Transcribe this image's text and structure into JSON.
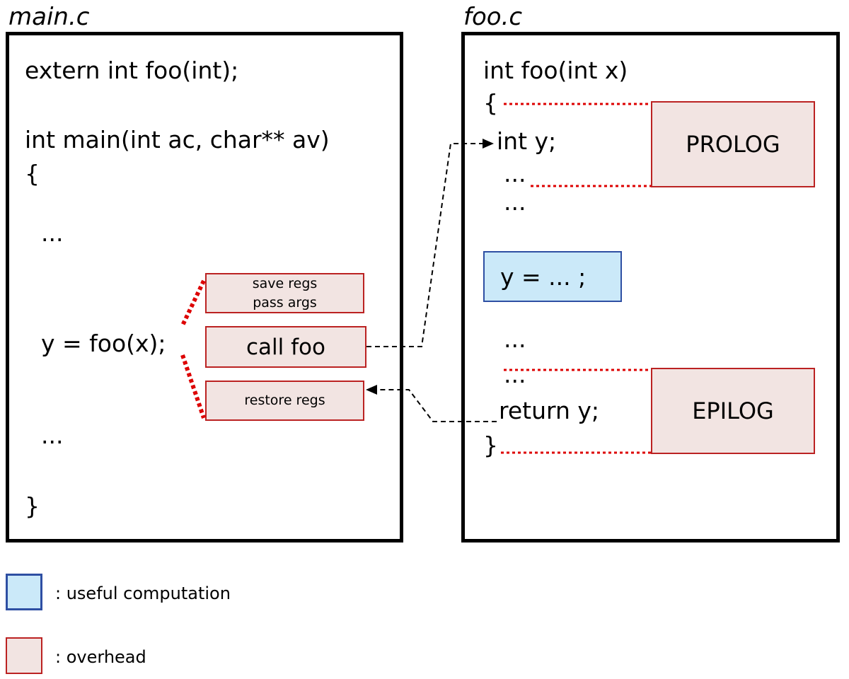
{
  "main_file": {
    "title": "main.c",
    "code": {
      "extern_decl": "extern int foo(int);",
      "main_signature": "int main(int ac, char** av)",
      "open_brace": "{",
      "ellipsis_1": "...",
      "call_statement": "y = foo(x);",
      "ellipsis_2": "...",
      "close_brace": "}"
    },
    "overhead": {
      "save_regs_line1": "save regs",
      "save_regs_line2": "pass args",
      "call_foo": "call foo",
      "restore_regs": "restore regs"
    }
  },
  "foo_file": {
    "title": "foo.c",
    "code": {
      "signature": "int foo(int x)",
      "open_brace": "{",
      "declare_y": "int y;",
      "ellipsis_1": "...",
      "ellipsis_2": "...",
      "computation": "y = ... ;",
      "ellipsis_3": "...",
      "ellipsis_4": "...",
      "return_statement": "return y;",
      "close_brace": "}"
    },
    "prolog": "PROLOG",
    "epilog": "EPILOG"
  },
  "legend": {
    "useful_label": ": useful computation",
    "overhead_label": ": overhead"
  },
  "colors": {
    "overhead_fill": "#f2e4e2",
    "overhead_border": "#bb2222",
    "useful_fill": "#cbe9f9",
    "useful_border": "#2e4fa3",
    "connector_red": "#dd0000",
    "frame_black": "#000000"
  }
}
